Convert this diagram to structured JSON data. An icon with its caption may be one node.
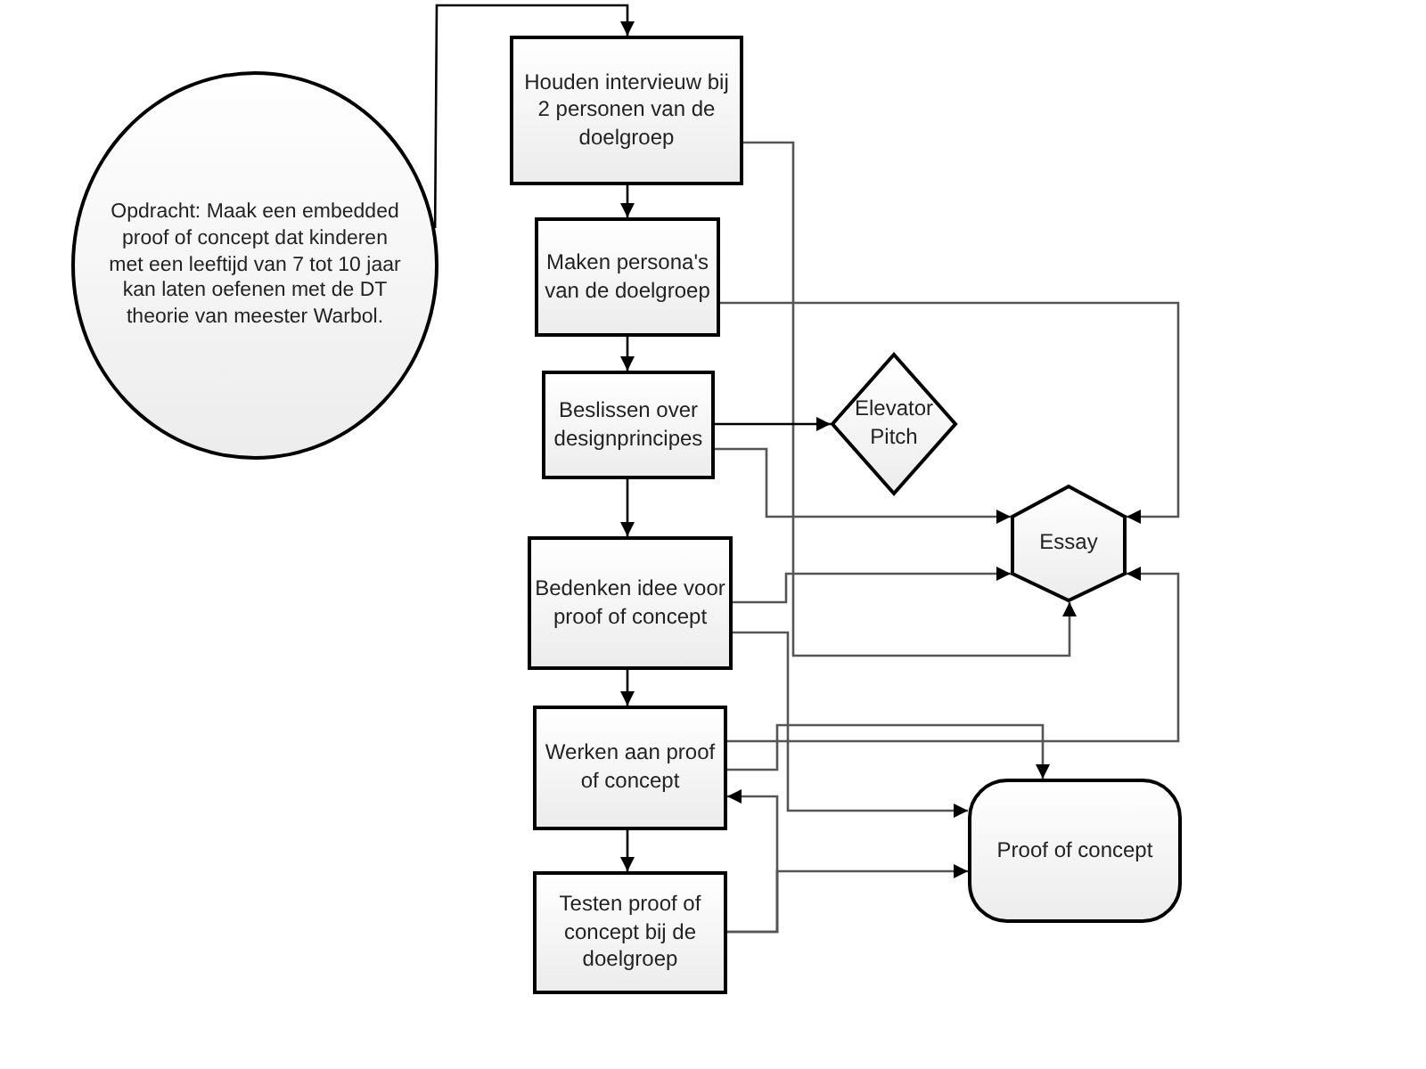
{
  "diagram": {
    "nodes": [
      {
        "text": [
          "Opdracht: Maak een embedded proof of concept dat kinderen met een leeftijd van 7 tot 10 jaar kan laten oefenen met de DT theorie van meester Warbol."
        ]
      },
      {
        "text": [
          "Houden intervieuw bij 2 personen van de doelgroep"
        ]
      },
      {
        "text": [
          "Maken persona's van de doelgroep"
        ]
      },
      {
        "text": [
          "Beslissen over designprincipes"
        ]
      },
      {
        "text": [
          "Elevator Pitch"
        ]
      },
      {
        "text": [
          "Essay"
        ]
      },
      {
        "text": [
          "Bedenken idee voor proof of concept"
        ]
      },
      {
        "text": [
          "Werken aan proof of concept"
        ]
      },
      {
        "text": [
          "Testen proof of concept bij de doelgroep"
        ]
      },
      {
        "text": [
          "Proof of concept"
        ]
      }
    ],
    "edges": [
      {
        "from": 0,
        "to": 1,
        "arrow": "to"
      },
      {
        "from": 1,
        "to": 2,
        "arrow": "to"
      },
      {
        "from": 2,
        "to": 3,
        "arrow": "to"
      },
      {
        "from": 3,
        "to": 6,
        "arrow": "to"
      },
      {
        "from": 6,
        "to": 7,
        "arrow": "to"
      },
      {
        "from": 7,
        "to": 8,
        "arrow": "to"
      },
      {
        "from": 1,
        "to": 5,
        "arrow": "to"
      },
      {
        "from": 2,
        "to": 5,
        "arrow": "to"
      },
      {
        "from": 3,
        "to": 4,
        "arrow": "to"
      },
      {
        "from": 3,
        "to": 5,
        "arrow": "to"
      },
      {
        "from": 6,
        "to": 5,
        "arrow": "to"
      },
      {
        "from": 6,
        "to": 9,
        "arrow": "to"
      },
      {
        "from": 7,
        "to": 5,
        "arrow": "to"
      },
      {
        "from": 7,
        "to": 9,
        "arrow": "to"
      },
      {
        "from": 8,
        "to": 7,
        "arrow": "to"
      },
      {
        "from": 8,
        "to": 9,
        "arrow": "to"
      }
    ]
  }
}
